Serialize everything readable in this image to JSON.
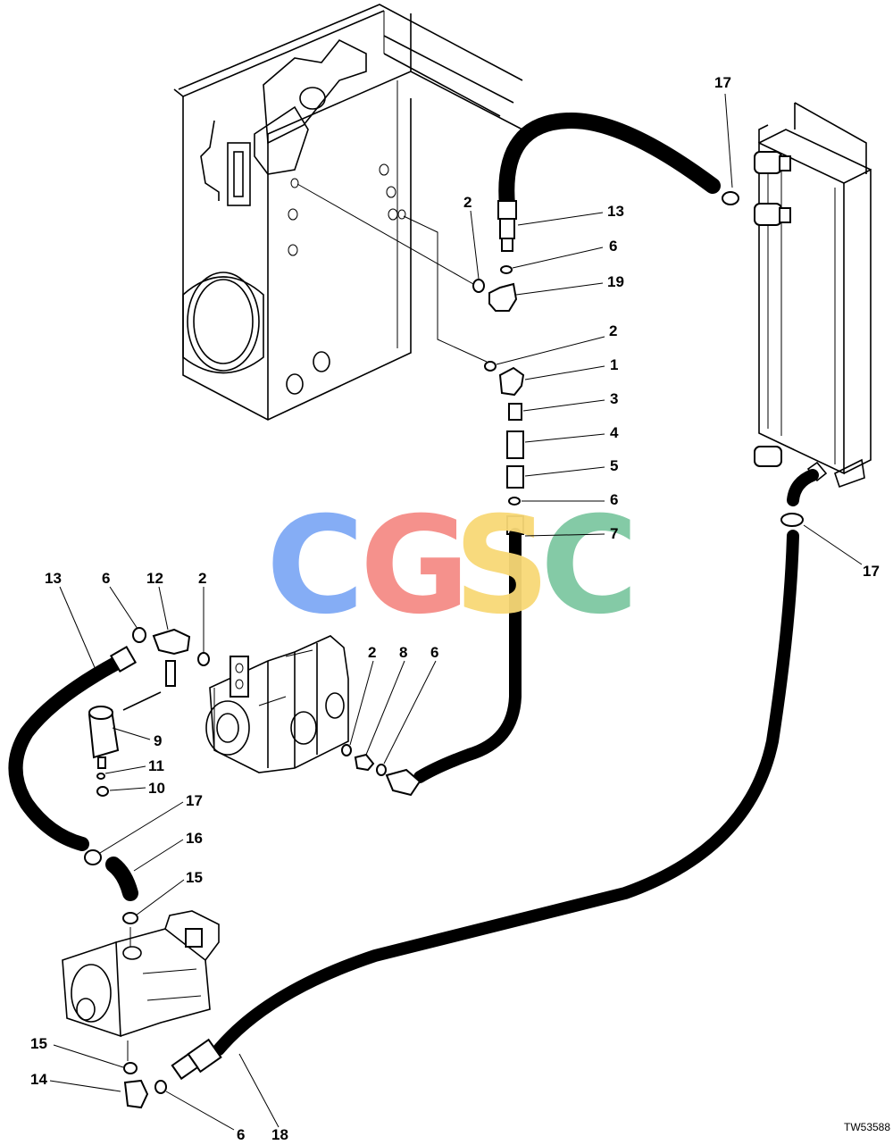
{
  "figure_id": "TW53588",
  "watermark": {
    "letters": [
      "C",
      "G",
      "S",
      "C"
    ],
    "colors": [
      "#7fa9f5",
      "#f58c86",
      "#f8d977",
      "#7ec8a2"
    ]
  },
  "callouts": [
    {
      "id": "c-17-top",
      "text": "17"
    },
    {
      "id": "c-13-top",
      "text": "13"
    },
    {
      "id": "c-2-a",
      "text": "2"
    },
    {
      "id": "c-6-a",
      "text": "6"
    },
    {
      "id": "c-19",
      "text": "19"
    },
    {
      "id": "c-2-b",
      "text": "2"
    },
    {
      "id": "c-1",
      "text": "1"
    },
    {
      "id": "c-3",
      "text": "3"
    },
    {
      "id": "c-4",
      "text": "4"
    },
    {
      "id": "c-5",
      "text": "5"
    },
    {
      "id": "c-6-b",
      "text": "6"
    },
    {
      "id": "c-7",
      "text": "7"
    },
    {
      "id": "c-17-right",
      "text": "17"
    },
    {
      "id": "c-13-left",
      "text": "13"
    },
    {
      "id": "c-6-c",
      "text": "6"
    },
    {
      "id": "c-12",
      "text": "12"
    },
    {
      "id": "c-2-c",
      "text": "2"
    },
    {
      "id": "c-2-d",
      "text": "2"
    },
    {
      "id": "c-8",
      "text": "8"
    },
    {
      "id": "c-6-d",
      "text": "6"
    },
    {
      "id": "c-9",
      "text": "9"
    },
    {
      "id": "c-11",
      "text": "11"
    },
    {
      "id": "c-10",
      "text": "10"
    },
    {
      "id": "c-17-left",
      "text": "17"
    },
    {
      "id": "c-16",
      "text": "16"
    },
    {
      "id": "c-15-a",
      "text": "15"
    },
    {
      "id": "c-15-b",
      "text": "15"
    },
    {
      "id": "c-14",
      "text": "14"
    },
    {
      "id": "c-6-e",
      "text": "6"
    },
    {
      "id": "c-18",
      "text": "18"
    }
  ]
}
